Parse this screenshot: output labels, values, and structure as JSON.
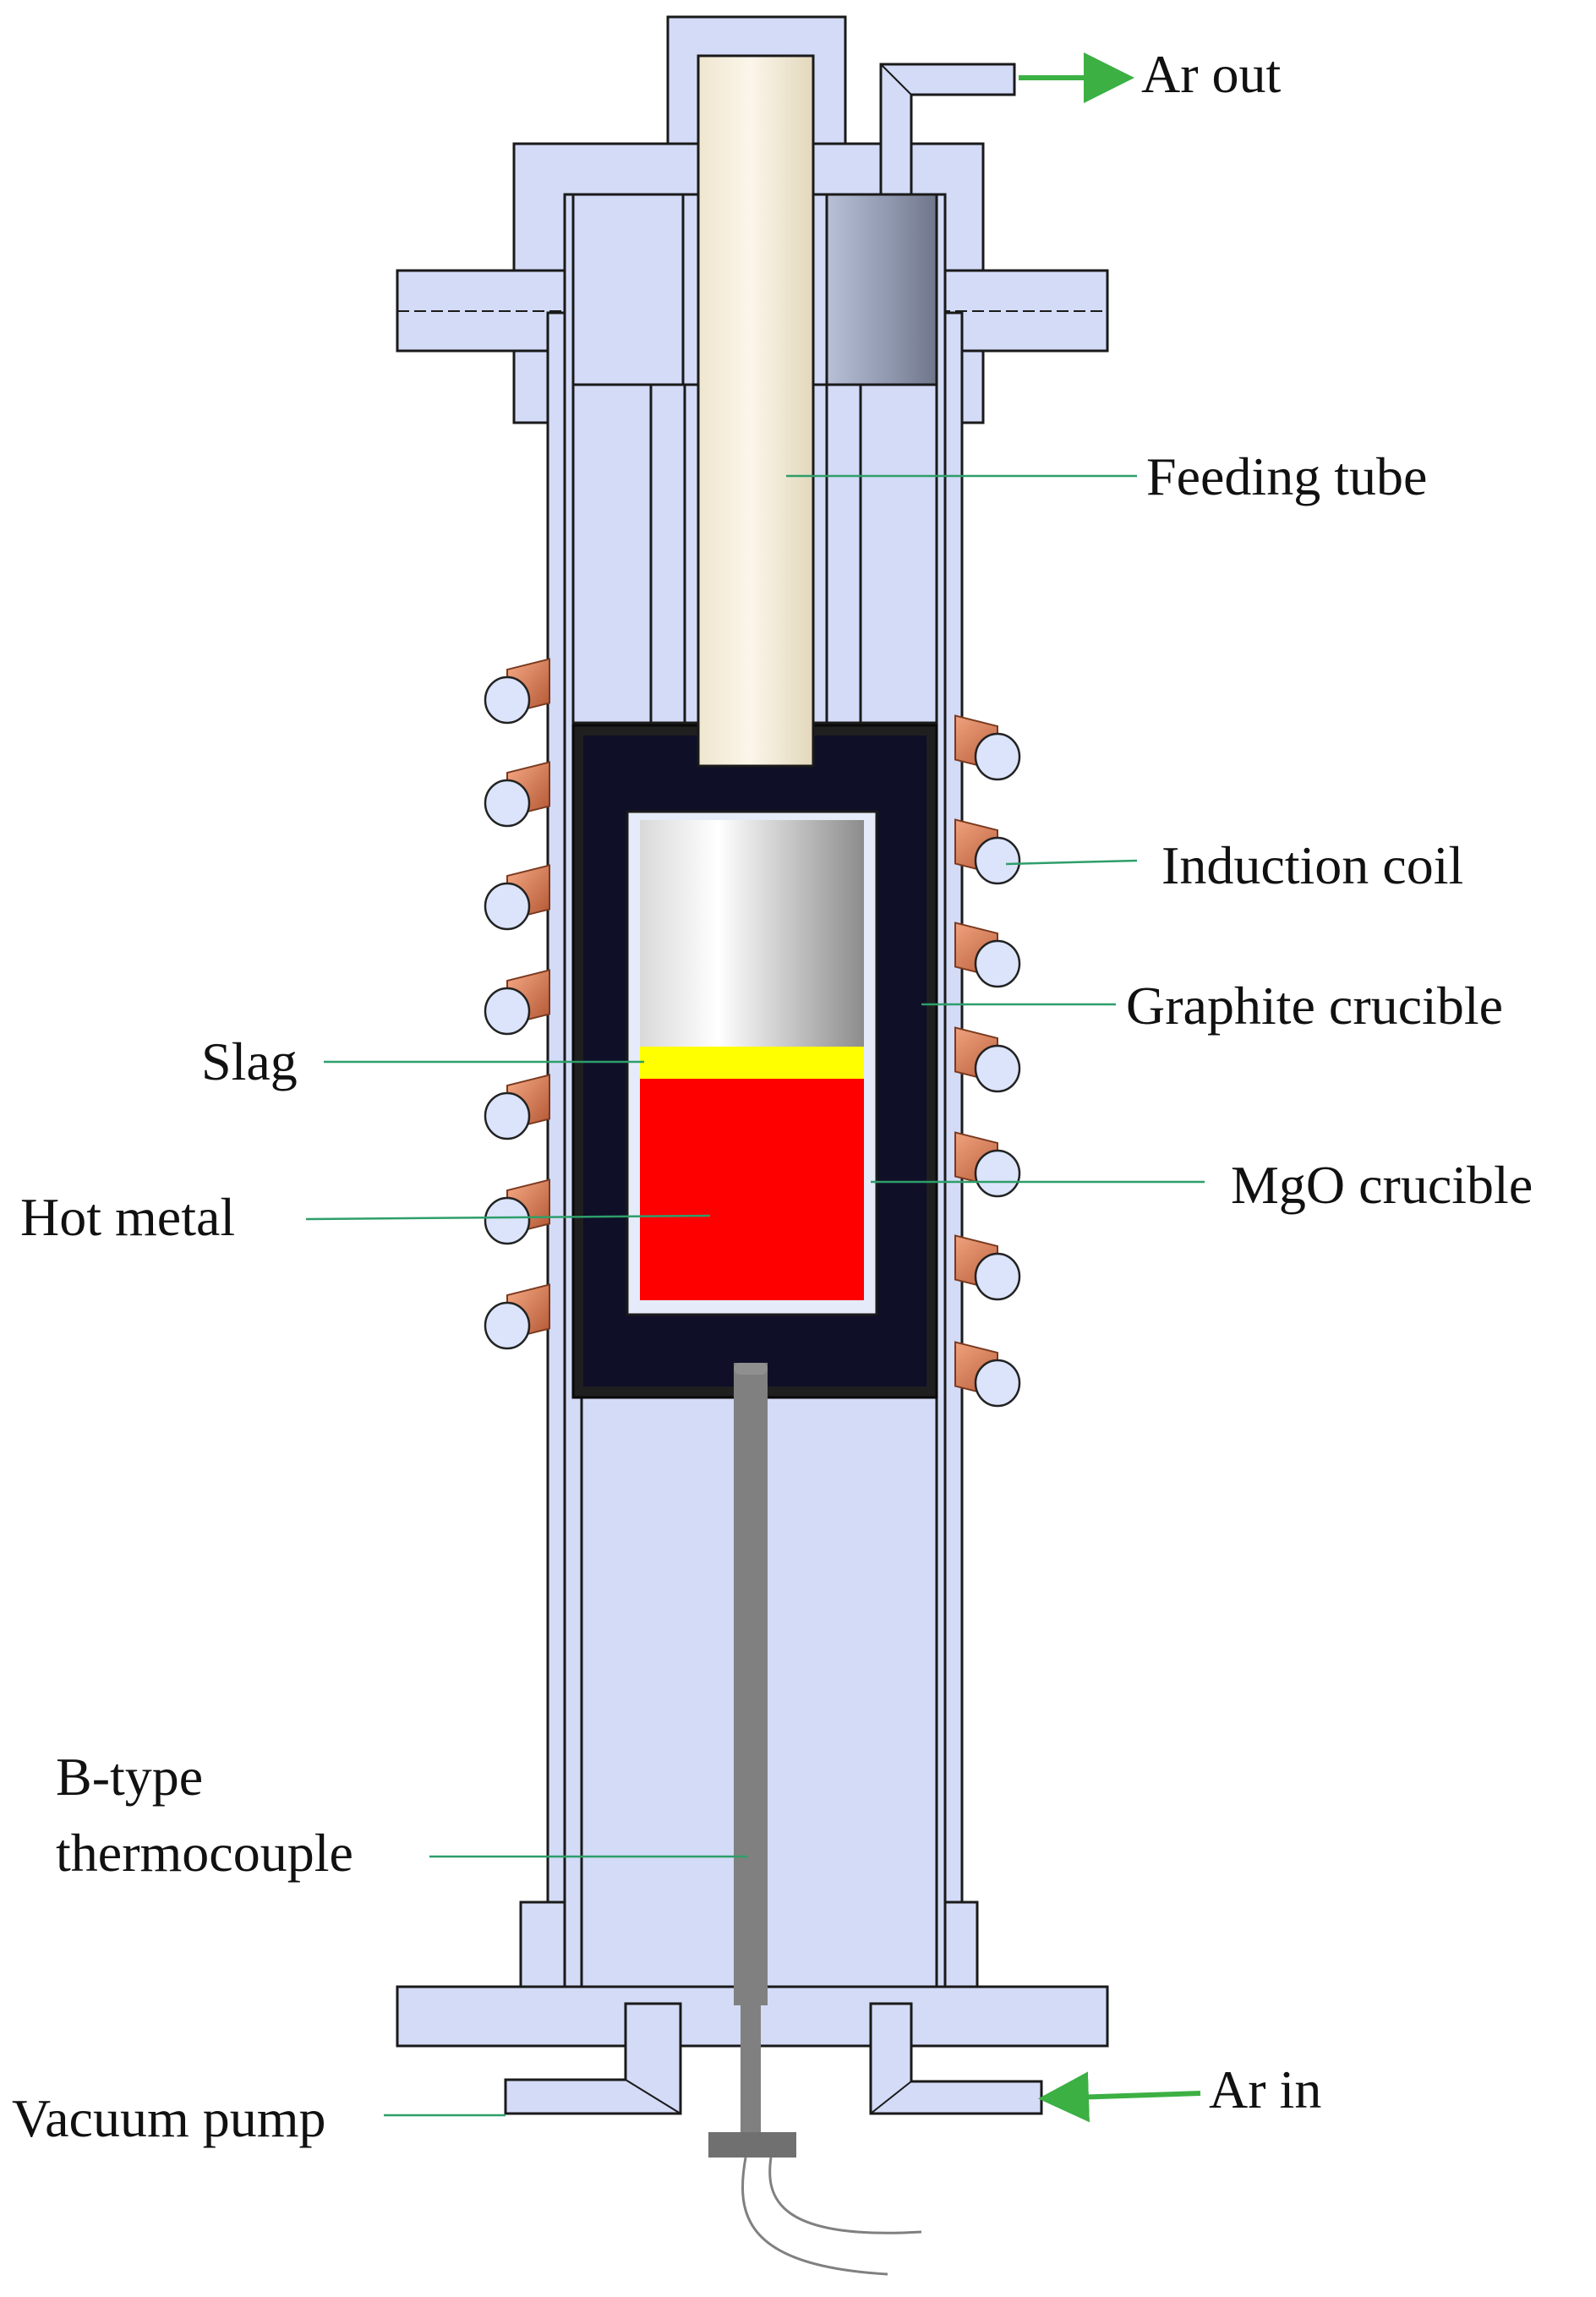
{
  "labels": {
    "ar_out": "Ar out",
    "feeding_tube": "Feeding tube",
    "induction_coil": "Induction coil",
    "graphite_crucible": "Graphite crucible",
    "slag": "Slag",
    "mgo_crucible": "MgO crucible",
    "hot_metal": "Hot metal",
    "thermocouple_line1": "B-type",
    "thermocouple_line2": "thermocouple",
    "vacuum_pump": "Vacuum pump",
    "ar_in": "Ar in"
  },
  "colors": {
    "housing": "#d3dbf7",
    "housing_edge": "#1a1a1a",
    "feeding_tube": "#f4ecd8",
    "graphite": "#1a1a1a",
    "mgo": "#e6ebfa",
    "slag": "#ffff00",
    "hot_metal": "#ff0000",
    "coil": "#d9805a",
    "leader_line": "#2e9e6a",
    "flow_arrow": "#3cb043",
    "thermocouple": "#808080"
  }
}
